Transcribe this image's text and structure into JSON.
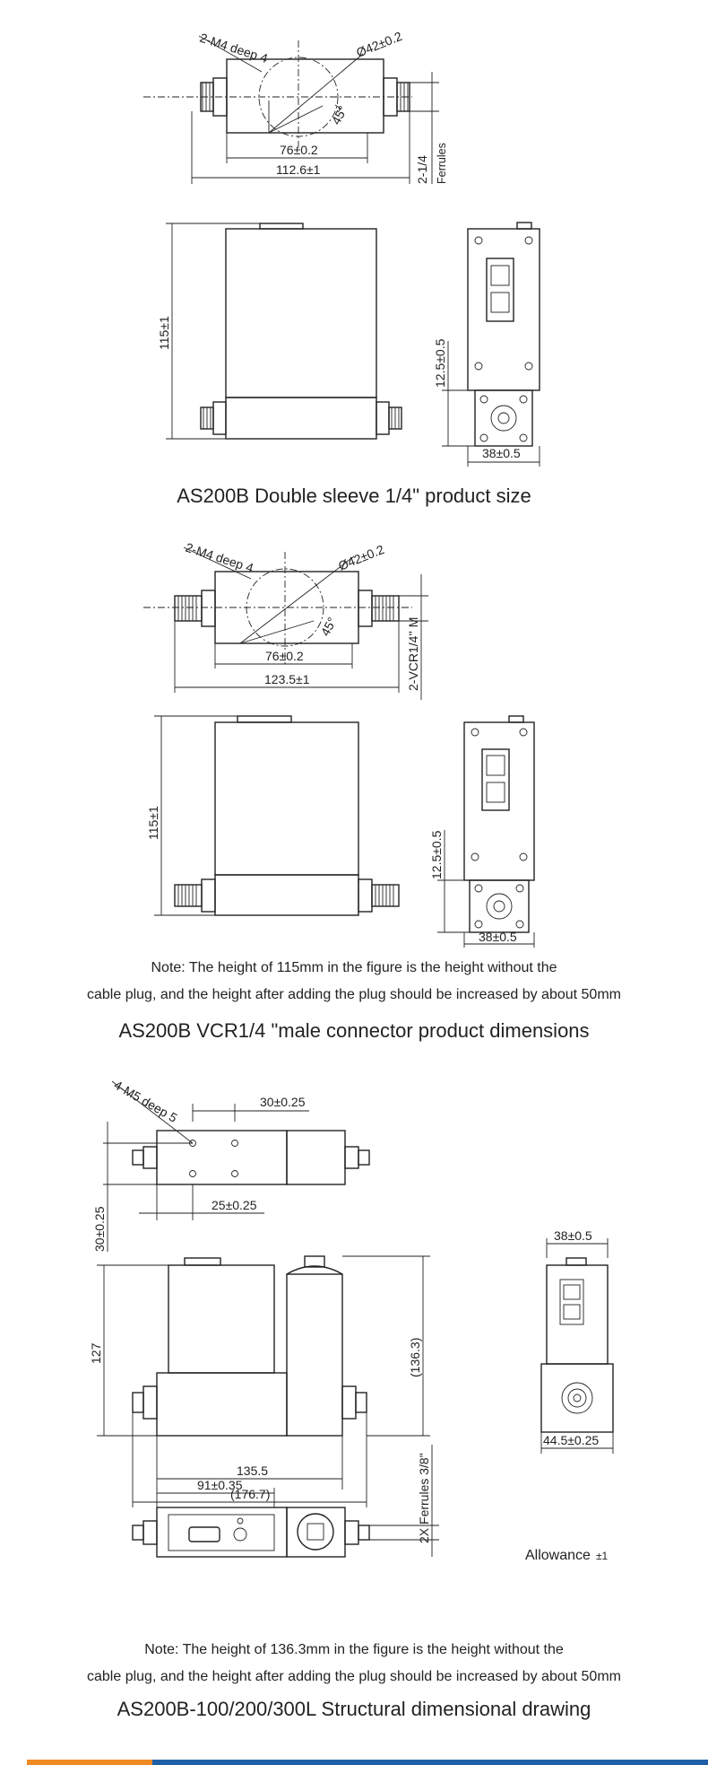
{
  "section1": {
    "title": "AS200B Double sleeve 1/4\" product size",
    "labels": {
      "thread": "2-M4 deep 4",
      "diameter": "Ø42±0.2",
      "angle": "45°",
      "hole_spacing": "76±0.2",
      "overall_length": "112.6±1",
      "ferrules": "2-1/4",
      "ferrules_word": "Ferrules",
      "height": "115±1",
      "side_height": "12.5±0.5",
      "side_width": "38±0.5"
    }
  },
  "section2": {
    "title": "AS200B VCR1/4 \"male connector product dimensions",
    "note_line1": "Note: The height of 115mm in the figure is the height without the",
    "note_line2": "cable plug, and the height after adding the plug should be increased by about 50mm",
    "labels": {
      "thread": "2-M4 deep 4",
      "diameter": "Ø42±0.2",
      "angle": "45°",
      "hole_spacing": "76±0.2",
      "overall_length": "123.5±1",
      "connector": "2-VCR1/4'' M",
      "height": "115±1",
      "side_height": "12.5±0.5",
      "side_width": "38±0.5"
    }
  },
  "section3": {
    "title": "AS200B-100/200/300L Structural dimensional drawing",
    "note_line1": "Note: The height of 136.3mm in the figure is the height without the",
    "note_line2": "cable plug, and the height after adding the plug should be increased by about 50mm",
    "allowance_label": "Allowance",
    "allowance_value": "±1",
    "labels": {
      "thread": "4-M5 deep 5",
      "hole_spacing_a": "30±0.25",
      "hole_spacing_b": "25±0.25",
      "side_offset": "30±0.25",
      "height_127": "127",
      "height_1363": "(136.3)",
      "length_1355": "135.5",
      "length_1767": "(176.7)",
      "side_top": "38±0.5",
      "side_bottom": "44.5±0.25",
      "bottom_91": "91±0.35",
      "ferrules": "2X Ferrules 3/8\""
    }
  },
  "colors": {
    "bar_orange": "#f08a24",
    "bar_blue": "#1f5fa8"
  }
}
